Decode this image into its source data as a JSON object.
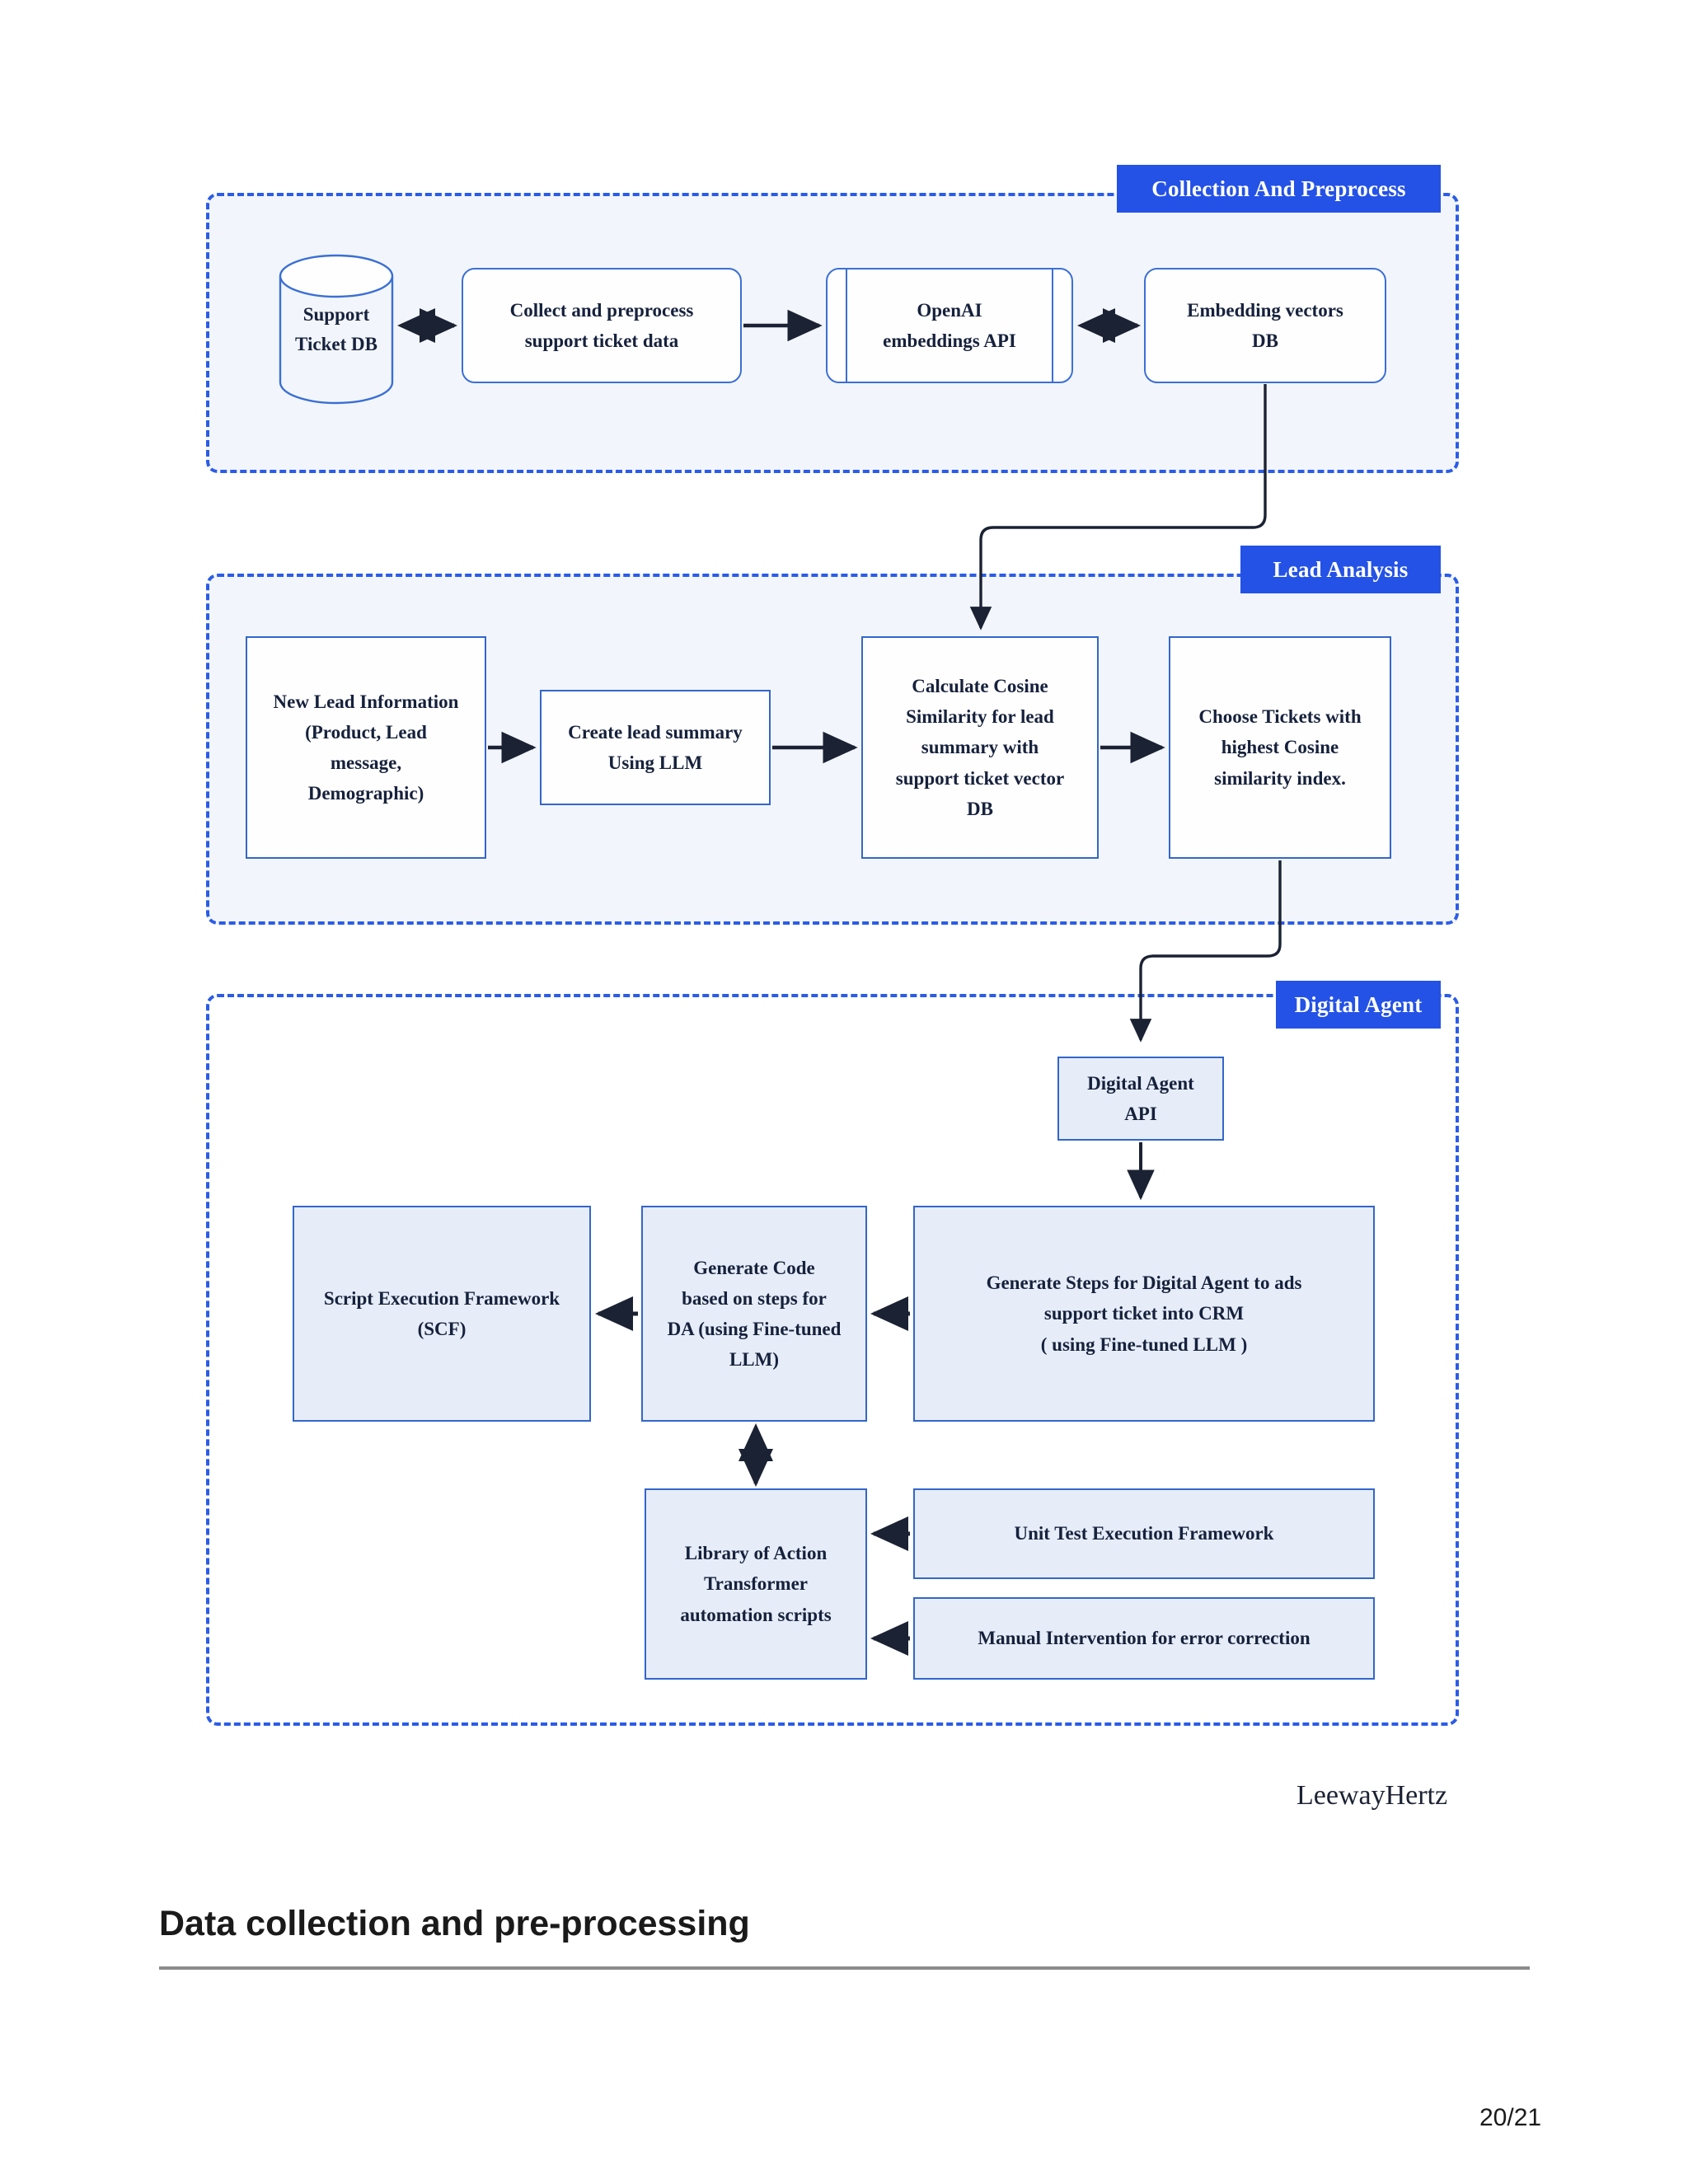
{
  "document": {
    "section_title": "Data collection and pre-processing",
    "brand": "LeewayHertz",
    "page_number": "20/21"
  },
  "colors": {
    "badge_blue": "#2452E6",
    "group_border": "#2B5CE8",
    "group_fill_tinted": "#F2F6FC",
    "node_stroke": "#3366CC",
    "node_fill_light": "#E6EDF9",
    "node_fill_white": "#FEFEFE",
    "text": "#16213C",
    "arrow": "#1B2233"
  },
  "diagram": {
    "type": "flowchart",
    "groups": [
      {
        "id": "collection",
        "badge": "Collection And Preprocess",
        "nodes": [
          {
            "id": "support-ticket-db",
            "label": "Support\nTicket DB",
            "shape": "cylinder"
          },
          {
            "id": "collect-preprocess",
            "label": "Collect and preprocess\nsupport ticket data",
            "shape": "rounded"
          },
          {
            "id": "openai-embeddings",
            "label": "OpenAI\nembeddings API",
            "shape": "predefined-process"
          },
          {
            "id": "embedding-vectors-db",
            "label": "Embedding vectors\nDB",
            "shape": "rounded"
          }
        ]
      },
      {
        "id": "lead-analysis",
        "badge": "Lead Analysis",
        "nodes": [
          {
            "id": "new-lead-information",
            "label": "New Lead Information\n(Product, Lead\nmessage,\nDemographic)",
            "shape": "rect"
          },
          {
            "id": "create-lead-summary",
            "label": "Create lead summary\nUsing LLM",
            "shape": "rect"
          },
          {
            "id": "calculate-cosine-similarity",
            "label": "Calculate Cosine\nSimilarity for lead\nsummary with\nsupport ticket vector\nDB",
            "shape": "rect"
          },
          {
            "id": "choose-tickets",
            "label": "Choose Tickets with\nhighest Cosine\nsimilarity index.",
            "shape": "rect"
          }
        ]
      },
      {
        "id": "digital-agent",
        "badge": "Digital Agent",
        "nodes": [
          {
            "id": "digital-agent-api",
            "label": "Digital Agent\nAPI",
            "shape": "rect-filled"
          },
          {
            "id": "generate-steps",
            "label": "Generate Steps for Digital Agent to ads\nsupport ticket into CRM\n( using Fine-tuned LLM )",
            "shape": "rect-filled"
          },
          {
            "id": "generate-code",
            "label": "Generate Code\nbased on steps for\nDA (using Fine-tuned\nLLM)",
            "shape": "rect-filled"
          },
          {
            "id": "script-execution-framework",
            "label": "Script Execution Framework\n(SCF)",
            "shape": "rect-filled"
          },
          {
            "id": "library-of-action-transformer",
            "label": "Library of Action\nTransformer\nautomation scripts",
            "shape": "rect-filled"
          },
          {
            "id": "unit-test-execution-framework",
            "label": "Unit Test Execution Framework",
            "shape": "rect-filled"
          },
          {
            "id": "manual-intervention",
            "label": "Manual Intervention for error correction",
            "shape": "rect-filled"
          }
        ]
      }
    ],
    "edges": [
      {
        "from": "support-ticket-db",
        "to": "collect-preprocess",
        "style": "double-arrow"
      },
      {
        "from": "collect-preprocess",
        "to": "openai-embeddings",
        "style": "arrow"
      },
      {
        "from": "openai-embeddings",
        "to": "embedding-vectors-db",
        "style": "double-arrow"
      },
      {
        "from": "embedding-vectors-db",
        "to": "calculate-cosine-similarity",
        "style": "elbow-arrow"
      },
      {
        "from": "new-lead-information",
        "to": "create-lead-summary",
        "style": "arrow"
      },
      {
        "from": "create-lead-summary",
        "to": "calculate-cosine-similarity",
        "style": "arrow"
      },
      {
        "from": "calculate-cosine-similarity",
        "to": "choose-tickets",
        "style": "arrow"
      },
      {
        "from": "choose-tickets",
        "to": "digital-agent-api",
        "style": "elbow-arrow"
      },
      {
        "from": "digital-agent-api",
        "to": "generate-steps",
        "style": "arrow"
      },
      {
        "from": "generate-steps",
        "to": "generate-code",
        "style": "arrow"
      },
      {
        "from": "generate-code",
        "to": "script-execution-framework",
        "style": "arrow"
      },
      {
        "from": "generate-code",
        "to": "library-of-action-transformer",
        "style": "double-arrow"
      },
      {
        "from": "unit-test-execution-framework",
        "to": "library-of-action-transformer",
        "style": "arrow"
      },
      {
        "from": "manual-intervention",
        "to": "library-of-action-transformer",
        "style": "arrow"
      }
    ]
  }
}
